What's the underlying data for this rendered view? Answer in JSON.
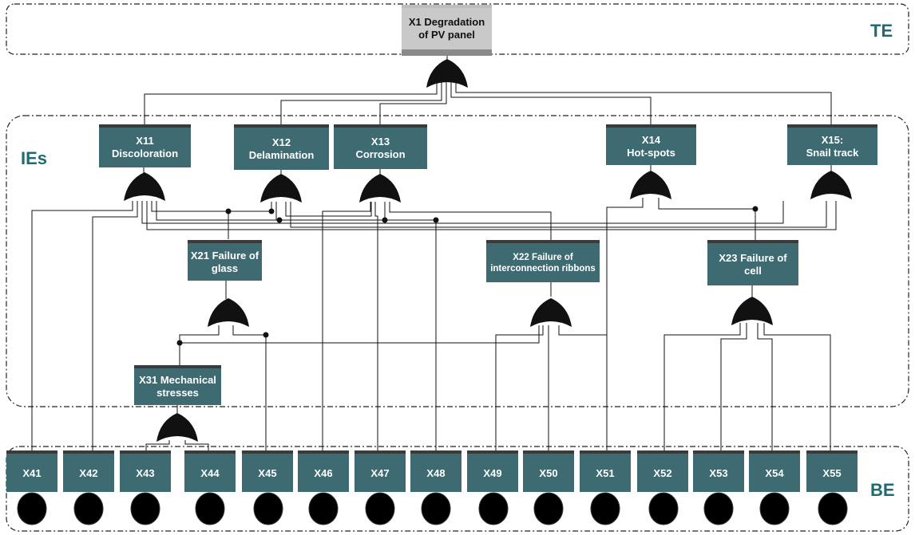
{
  "zones": {
    "te": "TE",
    "ies": "IEs",
    "be": "BE"
  },
  "top_event": {
    "line1": "X1 Degradation",
    "line2": "of PV panel"
  },
  "intermediate": {
    "x11": {
      "line1": "X11",
      "line2": "Discoloration"
    },
    "x12": {
      "line1": "X12",
      "line2": "Delamination"
    },
    "x13": {
      "line1": "X13",
      "line2": "Corrosion"
    },
    "x14": {
      "line1": "X14",
      "line2": "Hot-spots"
    },
    "x15": {
      "line1": "X15:",
      "line2": "Snail track"
    },
    "x21": {
      "line1": "X21 Failure of",
      "line2": "glass"
    },
    "x22": {
      "line1": "X22 Failure of",
      "line2": "interconnection ribbons"
    },
    "x23": {
      "line1": "X23 Failure of",
      "line2": "cell"
    },
    "x31": {
      "line1": "X31 Mechanical",
      "line2": "stresses"
    }
  },
  "basic_events": [
    "X41",
    "X42",
    "X43",
    "X44",
    "X45",
    "X46",
    "X47",
    "X48",
    "X49",
    "X50",
    "X51",
    "X52",
    "X53",
    "X54",
    "X55"
  ],
  "colors": {
    "node": "#3e6a72",
    "label": "#1f6b70",
    "top": "#c9c9c9"
  }
}
